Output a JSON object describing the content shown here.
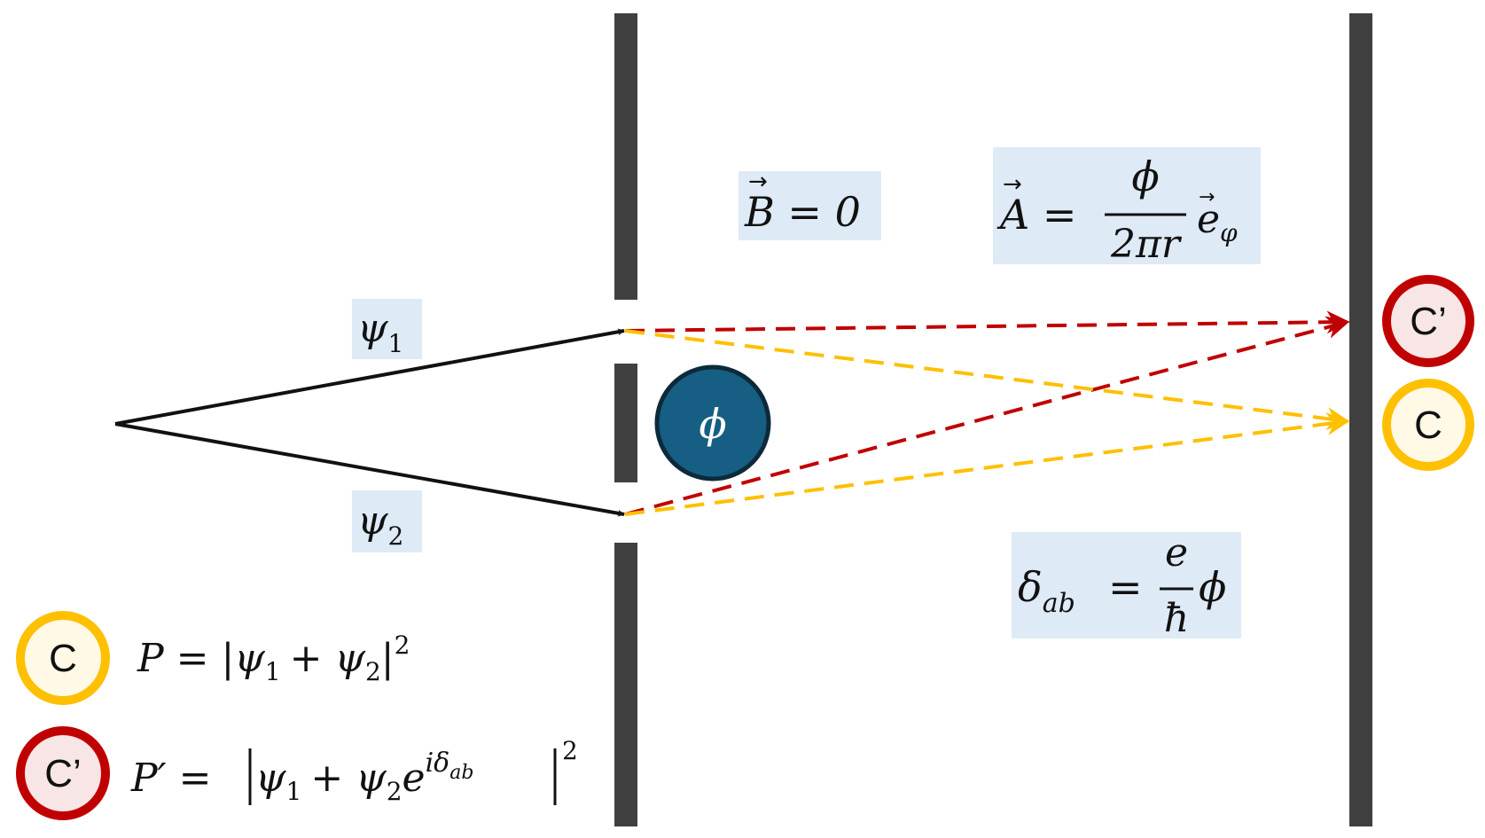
{
  "colors": {
    "screen": "#404040",
    "solenoid_fill": "#165E83",
    "solenoid_stroke": "#0D2A3A",
    "label_bg": "#DEEAF6",
    "yellow": "#FFC000",
    "yellow_fill": "#FFF9E6",
    "red": "#C00000",
    "red_fill": "#F8E5E5",
    "path": "#111111"
  },
  "labels": {
    "psi1": "ψ",
    "psi1_sub": "1",
    "psi2": "ψ",
    "psi2_sub": "2",
    "flux": "ϕ",
    "B_equation": "B = 0",
    "A_lhs": "A =",
    "A_num": "ϕ",
    "A_den": "2πr",
    "A_unit": "e",
    "A_unit_sub": "φ",
    "delta_lhs": "δ",
    "delta_sub": "ab",
    "delta_eq": "=",
    "delta_num": "e",
    "delta_den": "ħ",
    "delta_phi": "ϕ",
    "marker_C": "C",
    "marker_Cprime": "C’",
    "P_formula": "P = |ψ",
    "P_formula_1": "1",
    "P_formula_plus": "+ ψ",
    "P_formula_2": "2",
    "P_formula_close": "|",
    "P_formula_exp": "2",
    "Pp_formula": "P′ =",
    "Pp_psi1": "ψ",
    "Pp_sub1": "1",
    "Pp_plus": "+ ψ",
    "Pp_sub2": "2",
    "Pp_e": "e",
    "Pp_exp": "iδ",
    "Pp_exp_sub": "ab",
    "Pp_sq": "2"
  }
}
